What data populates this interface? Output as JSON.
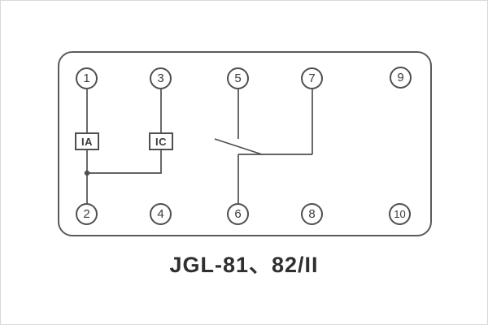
{
  "diagram": {
    "title": "JGL-81、82/II",
    "line_color": "#4f4f4f",
    "background": "#ffffff",
    "terminals": {
      "top": [
        "1",
        "3",
        "5",
        "7",
        "9"
      ],
      "bottom": [
        "2",
        "4",
        "6",
        "8",
        "10"
      ]
    },
    "coils": [
      {
        "label": "IA"
      },
      {
        "label": "IC"
      }
    ]
  }
}
